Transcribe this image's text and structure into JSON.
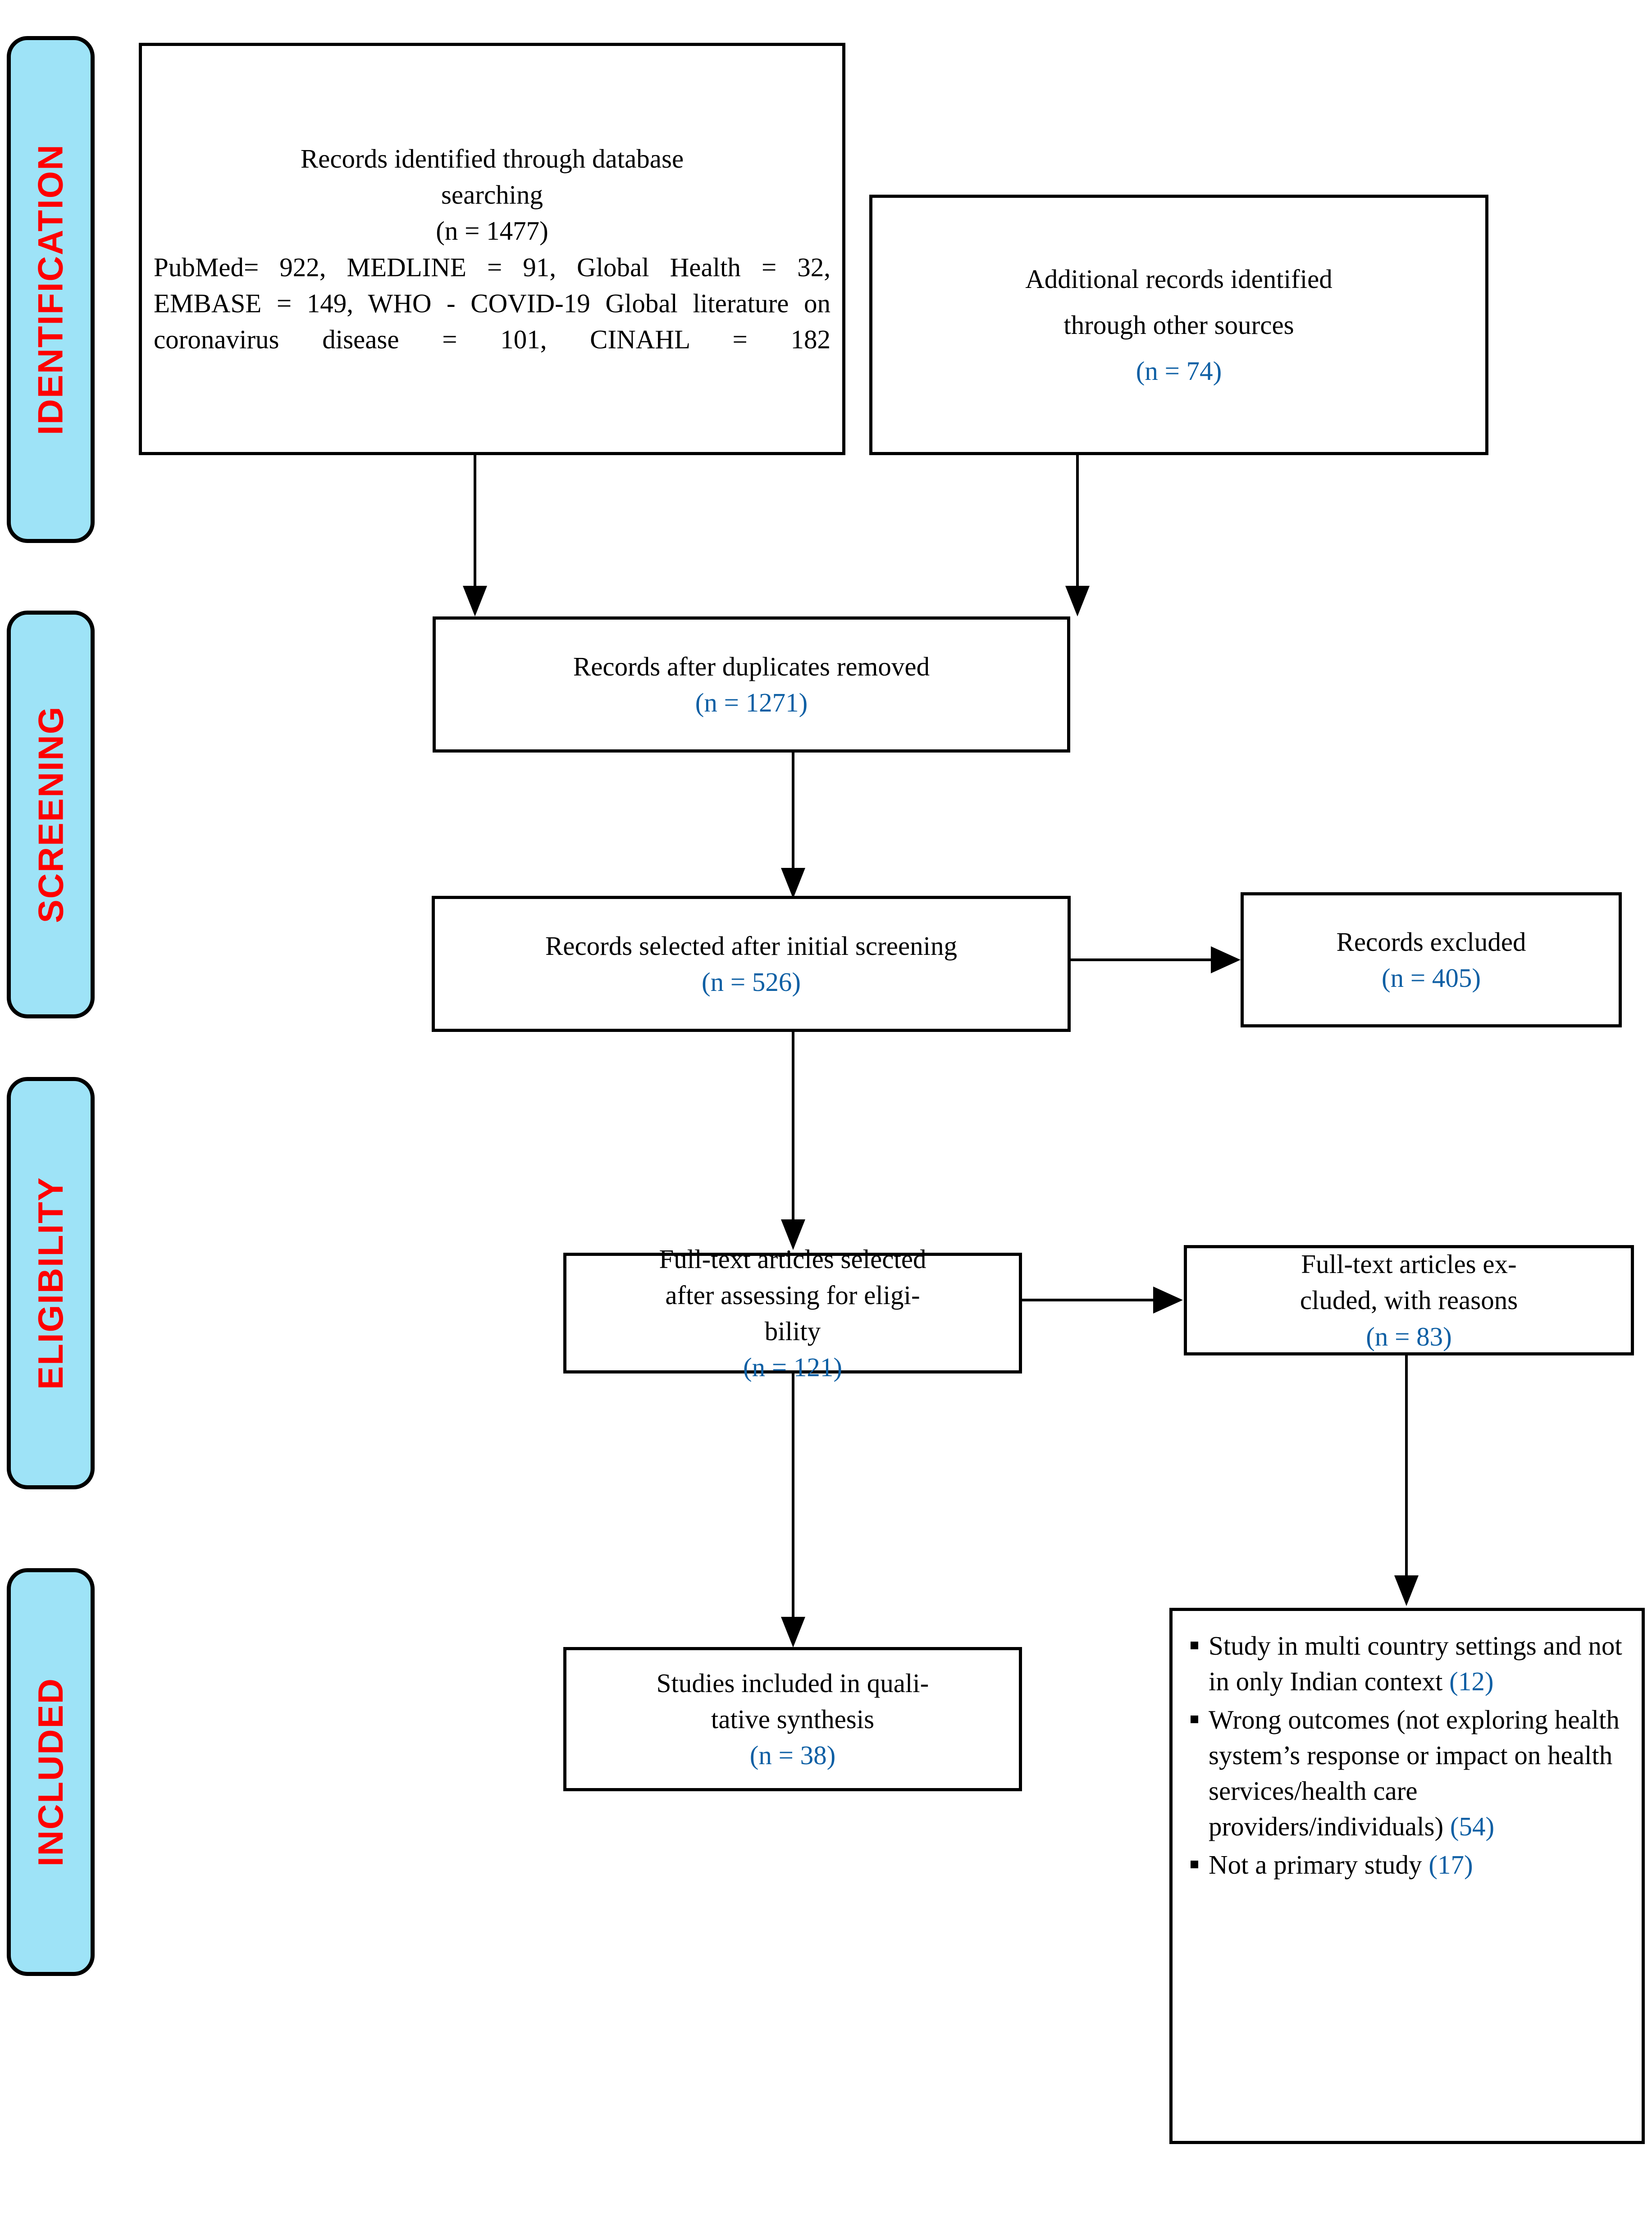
{
  "diagram": {
    "type": "PRISMA flow diagram",
    "accent_blue": "#0D5FA4",
    "stage_label_color": "#FF0000",
    "stage_fill": "#9EE3F7"
  },
  "stages": [
    {
      "id": "identification",
      "label": "IDENTIFICATION"
    },
    {
      "id": "screening",
      "label": "SCREENING"
    },
    {
      "id": "eligibility",
      "label": "ELIGIBILITY"
    },
    {
      "id": "included",
      "label": "INCLUDED"
    }
  ],
  "boxes": {
    "database_search": {
      "line1": "Records identified through database",
      "line2": "searching",
      "count": "(n = 1477)",
      "detail": "PubMed= 922, MEDLINE = 91, Global Health = 32, EMBASE = 149, WHO - COVID-19 Global literature on coronavirus disease = 101, CINAHL = 182"
    },
    "other_sources": {
      "line1": "Additional records identified",
      "line2": "through other sources",
      "count": "(n = 74)"
    },
    "duplicates_removed": {
      "line1": "Records after duplicates removed",
      "count": "(n = 1271)"
    },
    "initial_screening": {
      "line1": "Records selected after initial screening",
      "count": "(n = 526)"
    },
    "records_excluded": {
      "line1": "Records excluded",
      "count": "(n = 405)"
    },
    "eligibility_assessed": {
      "line1": "Full-text articles selected",
      "line2": "after assessing for eligi-",
      "line3": "bility",
      "count": "(n =  121)"
    },
    "fulltext_excluded": {
      "line1": "Full-text articles ex-",
      "line2": "cluded, with reasons",
      "count": "(n = 83)"
    },
    "qualitative_synthesis": {
      "line1": "Studies included in quali-",
      "line2": "tative synthesis",
      "count": "(n = 38)"
    },
    "exclusion_reasons": {
      "items": [
        {
          "text": "Study in multi country settings and not in only Indian context ",
          "count": "(12)"
        },
        {
          "text": "Wrong outcomes (not exploring health system’s response or impact on health services/health care providers/individuals) ",
          "count": "(54)"
        },
        {
          "text": "Not a primary study ",
          "count": "(17)"
        }
      ]
    }
  }
}
